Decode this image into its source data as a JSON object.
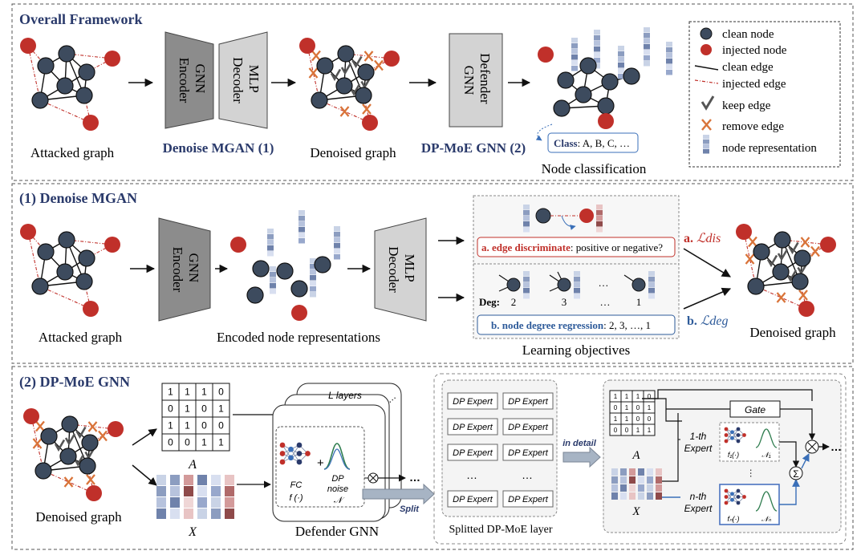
{
  "sections": {
    "overall": "Overall Framework",
    "mgan": "(1) Denoise MGAN",
    "dpmoe": "(2) DP-MoE GNN"
  },
  "overall": {
    "attacked_caption": "Attacked graph",
    "gnn_encoder": [
      "GNN",
      "Encoder"
    ],
    "mlp_decoder": [
      "MLP",
      "Decoder"
    ],
    "mgan_label": "Denoise MGAN (1)",
    "denoised_caption": "Denoised graph",
    "defender": [
      "Defender",
      "GNN"
    ],
    "dpmoe_label": "DP-MoE GNN (2)",
    "class_key": "Class",
    "class_values": ": A, B, C, …",
    "classification_caption": "Node classification"
  },
  "legend": {
    "clean_node": "clean node",
    "injected_node": "injected node",
    "clean_edge": "clean edge",
    "injected_edge": "injected edge",
    "keep_edge": "keep edge",
    "remove_edge": "remove edge",
    "node_rep": "node representation"
  },
  "mgan": {
    "attacked_caption": "Attacked graph",
    "gnn_encoder": [
      "GNN",
      "Encoder"
    ],
    "encoded_caption": "Encoded node representations",
    "mlp_decoder": [
      "MLP",
      "Decoder"
    ],
    "edge_disc_key": "a. edge discriminate",
    "edge_disc_rest": ": positive or negative?",
    "deg_label": "Deg:",
    "deg_values": [
      "2",
      "3",
      "…",
      "1"
    ],
    "deg_reg_key": "b. node degree regression",
    "deg_reg_rest": ": 2, 3, …, 1",
    "learning_caption": "Learning objectives",
    "loss_a_prefix": "a. ",
    "loss_a": "ℒdis",
    "loss_b_prefix": "b. ",
    "loss_b": "ℒdeg",
    "denoised_caption": "Denoised graph"
  },
  "dpmoe": {
    "denoised_caption": "Denoised graph",
    "matrix_a": [
      [
        "1",
        "1",
        "1",
        "0"
      ],
      [
        "0",
        "1",
        "0",
        "1"
      ],
      [
        "1",
        "1",
        "0",
        "0"
      ],
      [
        "0",
        "0",
        "1",
        "1"
      ]
    ],
    "a_label": "A",
    "x_label": "X",
    "l_layers": "L layers",
    "fc": "FC",
    "f_fn": "f (·)",
    "dp": "DP",
    "noise": "noise",
    "n_sym": "𝒩",
    "defender_caption": "Defender GNN",
    "split": "Split",
    "expert_label": "DP Expert",
    "ellipsis": "…",
    "splitted_caption": "Splitted DP-MoE layer",
    "in_detail": "in detail",
    "matrix_a2": [
      [
        "1",
        "1",
        "1",
        "0"
      ],
      [
        "0",
        "1",
        "0",
        "1"
      ],
      [
        "1",
        "1",
        "0",
        "0"
      ],
      [
        "0",
        "0",
        "1",
        "1"
      ]
    ],
    "gate": "Gate",
    "first_expert": [
      "1-th",
      "Expert"
    ],
    "nth_expert": [
      "n-th",
      "Expert"
    ],
    "f1": "f₁(·)",
    "n1": "𝒩₁",
    "fn": "fₙ(·)",
    "nn": "𝒩ₙ"
  },
  "colors": {
    "clean_node": "#3d4b5e",
    "injected_node": "#c0302a",
    "section_title": "#2a3a6b",
    "edge_box_border": "#c0302a",
    "deg_box_border": "#2e5b9a",
    "remove_x": "#d9743a",
    "nth_expert_border": "#4a73c0"
  }
}
